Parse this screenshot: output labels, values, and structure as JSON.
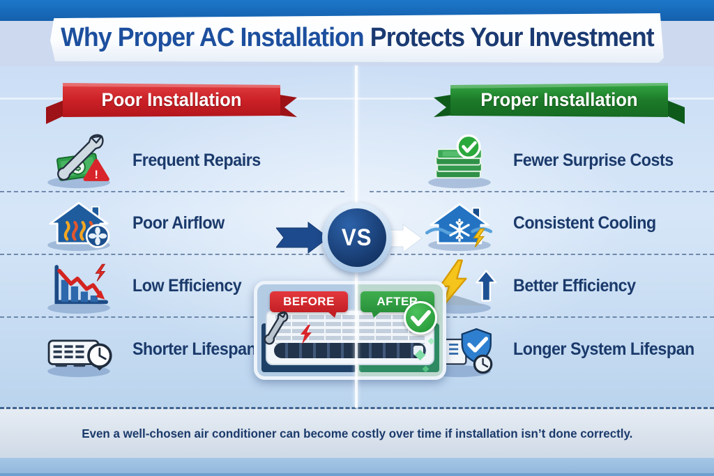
{
  "banner": {
    "title_accent": "Why Proper AC Installation",
    "title_rest": " Protects Your Investment"
  },
  "columns": {
    "left": {
      "ribbon_label": "Poor Installation",
      "items": [
        {
          "label": "Frequent Repairs",
          "icon": "wrench-money-warning-icon"
        },
        {
          "label": "Poor Airflow",
          "icon": "house-heat-fan-icon"
        },
        {
          "label": "Low Efficiency",
          "icon": "declining-bar-chart-icon"
        },
        {
          "label": "Shorter Lifespan",
          "icon": "ac-unit-clock-icon"
        }
      ]
    },
    "right": {
      "ribbon_label": "Proper Installation",
      "items": [
        {
          "label": "Fewer Surprise Costs",
          "icon": "money-stack-check-icon"
        },
        {
          "label": "Consistent Cooling",
          "icon": "house-snowflake-icon"
        },
        {
          "label": "Better Efficiency",
          "icon": "lightning-up-arrow-icon"
        },
        {
          "label": "Longer System Lifespan",
          "icon": "ac-shield-clock-icon"
        }
      ]
    }
  },
  "center": {
    "vs_label": "VS",
    "before_label": "BEFORE",
    "after_label": "AFTER"
  },
  "glyphs": {
    "dollar": "$",
    "exclamation": "!"
  },
  "footer": {
    "note": "Even a well-chosen air conditioner can become costly over time if installation isn’t done correctly."
  },
  "colors": {
    "top_bar": "#1767b5",
    "background": "#cfe2f6",
    "title_accent_blue": "#1d4f9e",
    "title_navy": "#1b3a72",
    "poor_ribbon_red": "#cb2127",
    "proper_ribbon_green": "#1d7b29",
    "item_text_navy": "#1b3a6b",
    "vs_circle_navy": "#173a6e",
    "before_red": "#d8252b",
    "after_green": "#2f9e3f"
  }
}
